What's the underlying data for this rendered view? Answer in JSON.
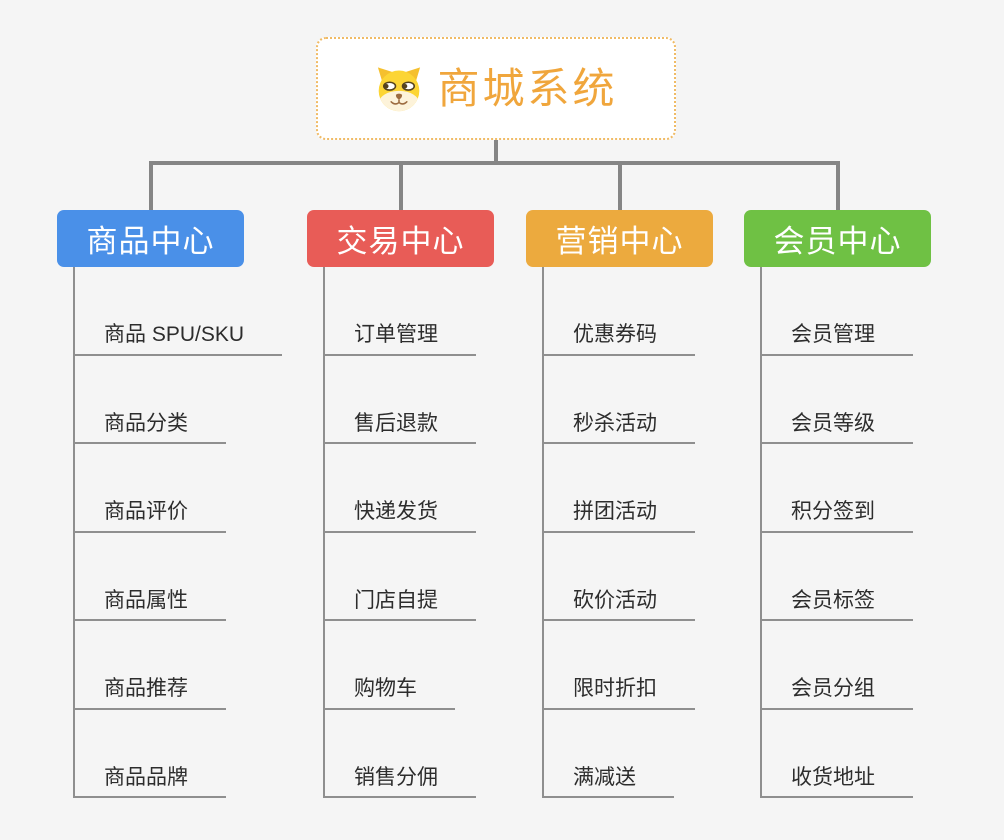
{
  "root": {
    "title": "商城系统",
    "icon": "dog-face-icon",
    "title_color": "#f0a63c",
    "border_color": "#f0bb66"
  },
  "branches": [
    {
      "label": "商品中心",
      "color": "#4a90e8",
      "children": [
        "商品 SPU/SKU",
        "商品分类",
        "商品评价",
        "商品属性",
        "商品推荐",
        "商品品牌"
      ]
    },
    {
      "label": "交易中心",
      "color": "#e85c57",
      "children": [
        "订单管理",
        "售后退款",
        "快递发货",
        "门店自提",
        "购物车",
        "销售分佣"
      ]
    },
    {
      "label": "营销中心",
      "color": "#ecaa3e",
      "children": [
        "优惠券码",
        "秒杀活动",
        "拼团活动",
        "砍价活动",
        "限时折扣",
        "满减送"
      ]
    },
    {
      "label": "会员中心",
      "color": "#6fc144",
      "children": [
        "会员管理",
        "会员等级",
        "积分签到",
        "会员标签",
        "会员分组",
        "收货地址"
      ]
    }
  ],
  "colors": {
    "background": "#f5f5f5",
    "connector": "#858585",
    "child_line": "#8f8f8f",
    "child_text": "#2d2d2d"
  }
}
